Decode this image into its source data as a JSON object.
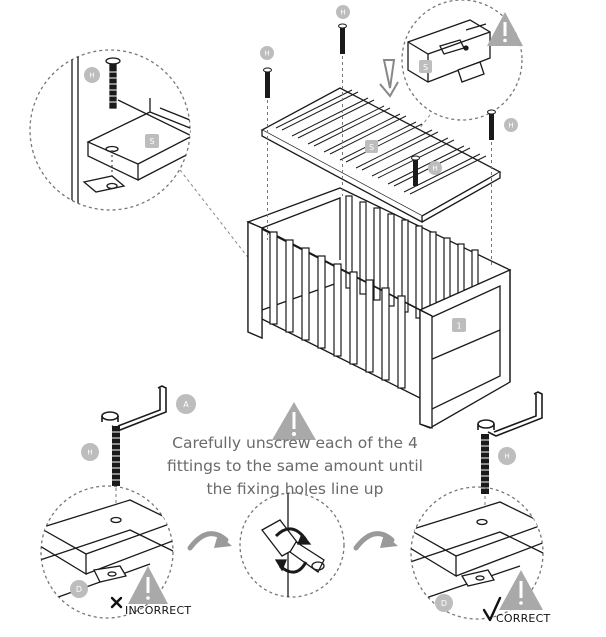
{
  "labels": {
    "part_h": "H",
    "part_s": "S",
    "part_a": "A",
    "part_d": "D",
    "part_1": "1"
  },
  "instruction": {
    "line1": "Carefully unscrew each of the 4",
    "line2": "fittings to the same amount until",
    "line3": "the fixing holes line up"
  },
  "verdicts": {
    "incorrect": "INCORRECT",
    "correct": "CORRECT"
  },
  "colors": {
    "line": "#1a1a1a",
    "badge": "#bdbdbd",
    "warning": "#a9a9a9",
    "text": "#6a6a6a"
  },
  "icons": [
    "warning-icon",
    "curved-arrow-icon",
    "cross-icon",
    "check-icon"
  ]
}
